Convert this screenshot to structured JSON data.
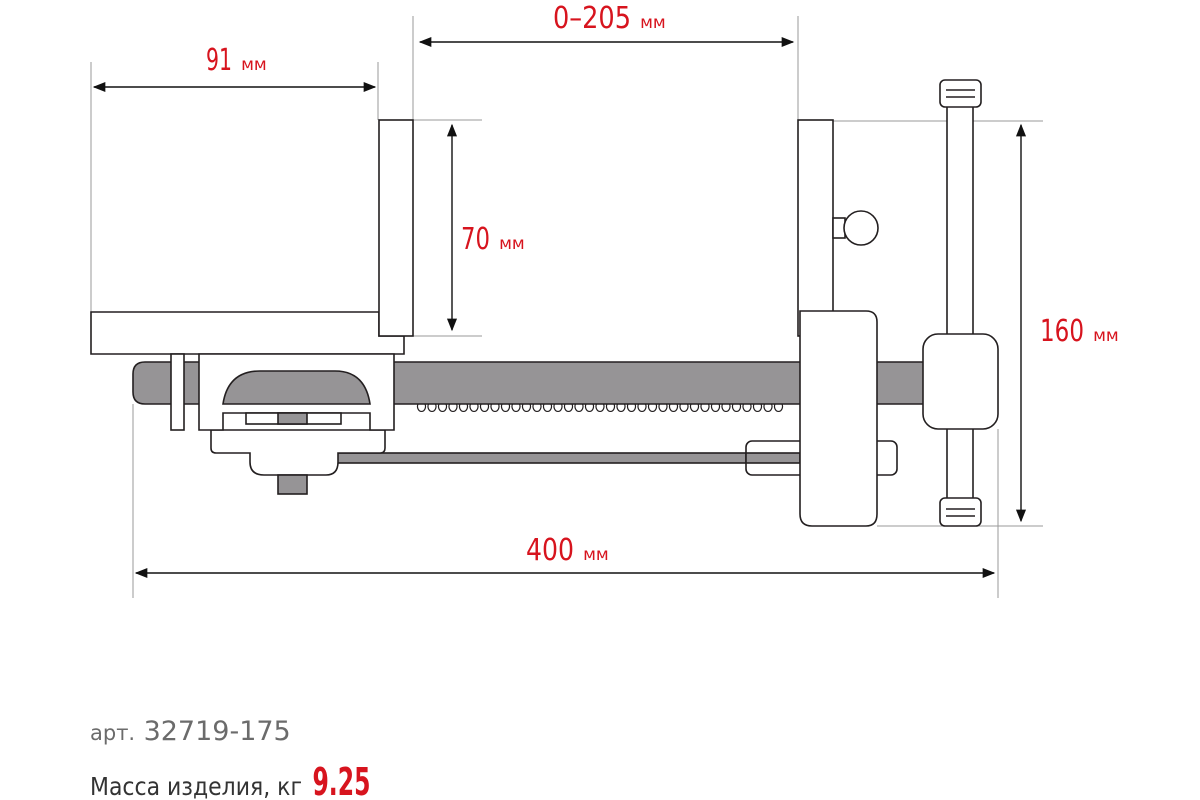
{
  "dimensions": {
    "width_91": {
      "value": "91",
      "unit": "мм"
    },
    "opening": {
      "value": "0–205",
      "unit": "мм"
    },
    "jaw_height": {
      "value": "70",
      "unit": "мм"
    },
    "total_height": {
      "value": "160",
      "unit": "мм"
    },
    "total_length": {
      "value": "400",
      "unit": "мм"
    }
  },
  "footer": {
    "article_label": "арт.",
    "article_number": "32719-175",
    "mass_label": "Масса изделия, кг",
    "mass_value": "9.25"
  },
  "colors": {
    "accent": "#d7141e",
    "part_fill": "#969496",
    "outline": "#231f20"
  }
}
